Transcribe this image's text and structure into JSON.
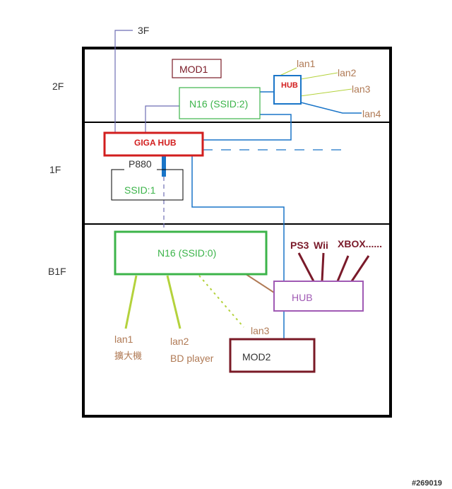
{
  "floors": {
    "f3": "3F",
    "f2": "2F",
    "f1": "1F",
    "b1": "B1F"
  },
  "devices": {
    "mod1": "MOD1",
    "n16_2f": "N16 (SSID:2)",
    "hub_2f": "HUB",
    "giga_hub": "GIGA HUB",
    "p880": "P880",
    "ssid1": "SSID:1",
    "n16_b1": "N16 (SSID:0)",
    "hub_b1": "HUB",
    "mod2": "MOD2"
  },
  "ports_2f": [
    "lan1",
    "lan2",
    "lan3",
    "lan4"
  ],
  "b1_ports": {
    "lan1": "lan1",
    "lan1_device": "擴大機",
    "lan2": "lan2",
    "lan2_device": "BD player",
    "lan3": "lan3"
  },
  "consoles": {
    "ps3": "PS3",
    "wii": "Wii",
    "xbox": "XBOX......"
  },
  "watermark": "#269019",
  "colors": {
    "frame": "#000000",
    "blue_link": "#1a75c8",
    "purple_link": "#6e6eb4",
    "mod_border": "#7a1a26",
    "n16_border": "#3cb44a",
    "giga_border": "#d21e1e",
    "hub_b1_border": "#a05ab4",
    "lan_text": "#b07a55",
    "lime_cable": "#b4d23c",
    "console_cable": "#7a1a2a"
  }
}
